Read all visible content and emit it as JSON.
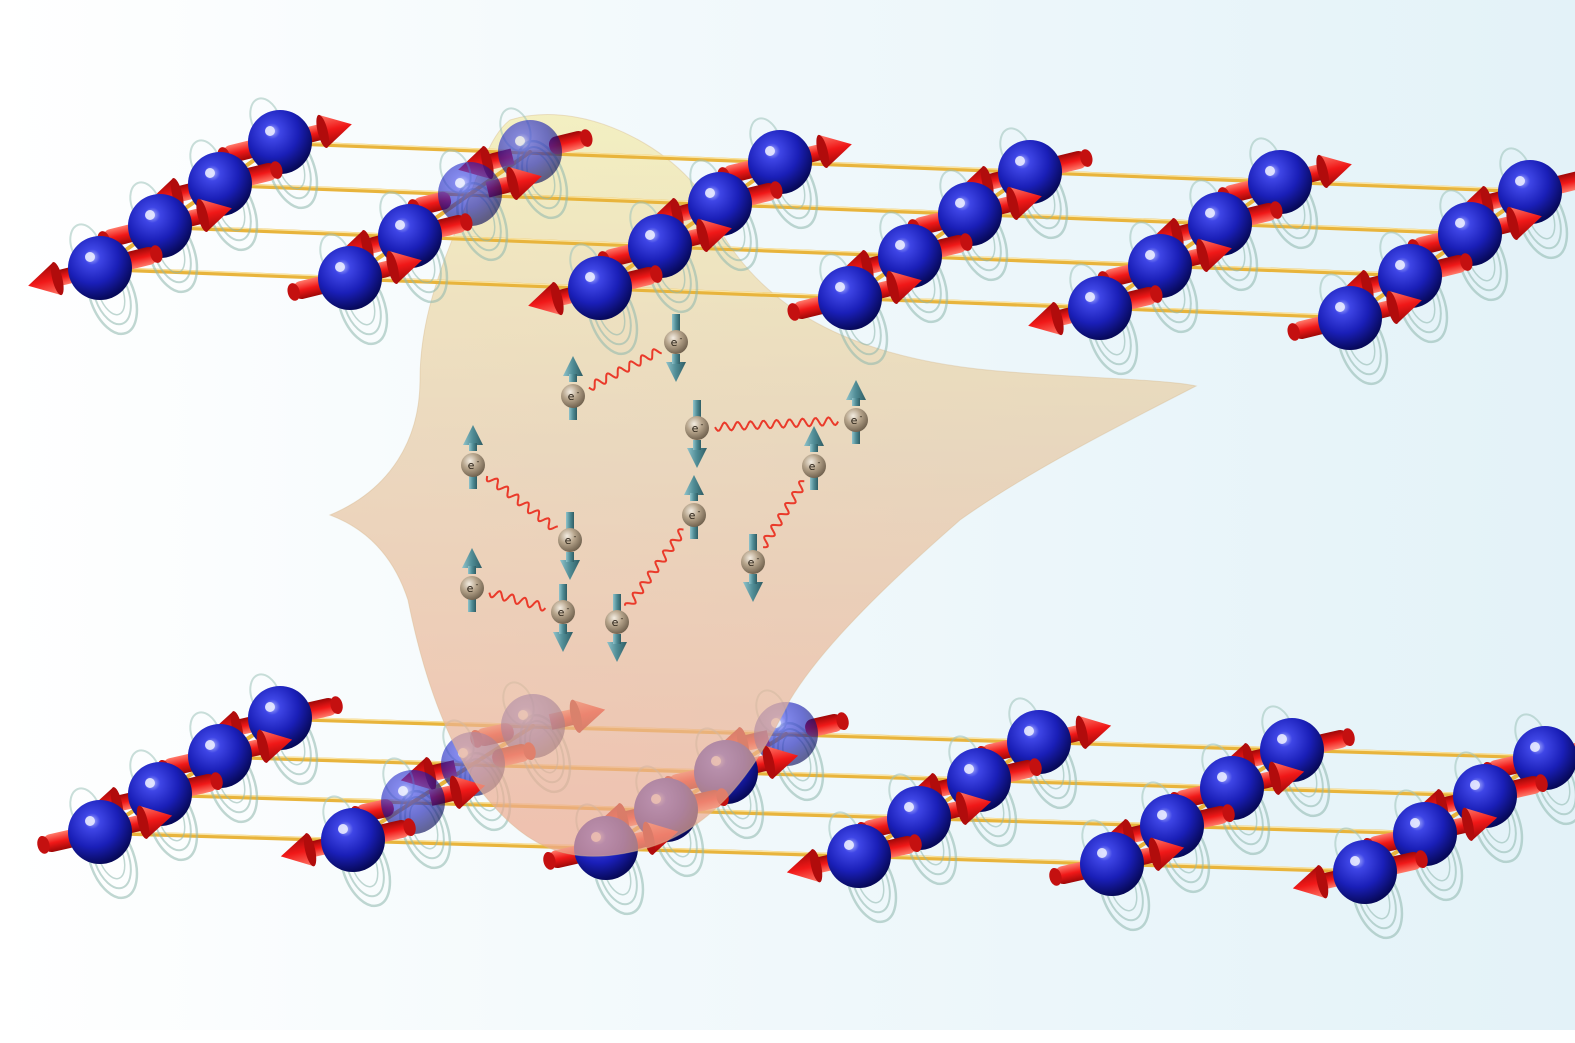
{
  "electron": {
    "label": "e",
    "superscript": "-"
  },
  "colors": {
    "atom": "#1a1fb8",
    "magnetic_moment": "#f01818",
    "lattice_bond": "#e8b43c",
    "electron_body": "#b7a58c",
    "electron_spin": "#4f8b94",
    "boson_wave": "#ea3a2a",
    "pairing_cloud": "#e9c9a0",
    "background": "#e8f5fa"
  },
  "layers": [
    {
      "name": "upper-lattice",
      "rows": 4,
      "cols": 6
    },
    {
      "name": "lower-lattice",
      "rows": 4,
      "cols": 6
    }
  ],
  "electrons": [
    {
      "spin": "down"
    },
    {
      "spin": "up"
    },
    {
      "spin": "down"
    },
    {
      "spin": "up"
    },
    {
      "spin": "up"
    },
    {
      "spin": "up"
    },
    {
      "spin": "down"
    },
    {
      "spin": "up"
    },
    {
      "spin": "down"
    },
    {
      "spin": "up"
    },
    {
      "spin": "down"
    },
    {
      "spin": "down"
    }
  ],
  "icons": [
    "atom-sphere",
    "spin-arrow",
    "precession-swirl",
    "electron-sphere",
    "wavy-line"
  ]
}
